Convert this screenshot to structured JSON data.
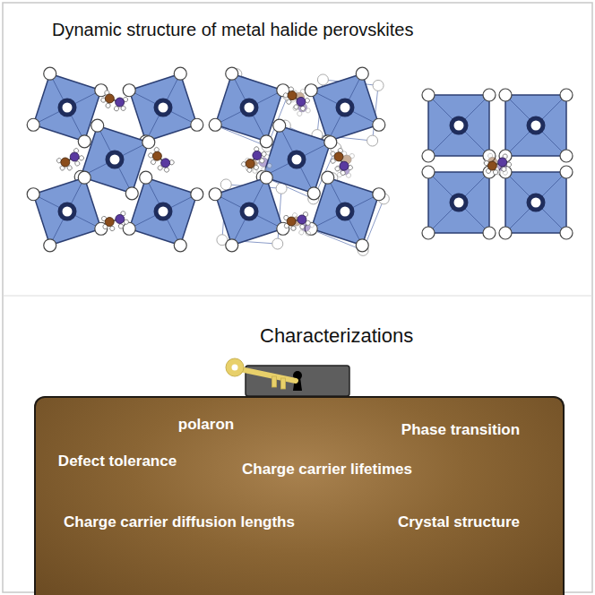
{
  "diagram": {
    "title": "Dynamic structure of metal halide perovskites",
    "nodes": [
      {
        "text": [
          "polaron",
          "Phase transition",
          "Defect tolerance",
          "Charge carrier lifetimes",
          "Charge carrier diffusion lengths",
          "Crystal structure"
        ]
      }
    ],
    "labels": [
      "Characterizations"
    ]
  }
}
